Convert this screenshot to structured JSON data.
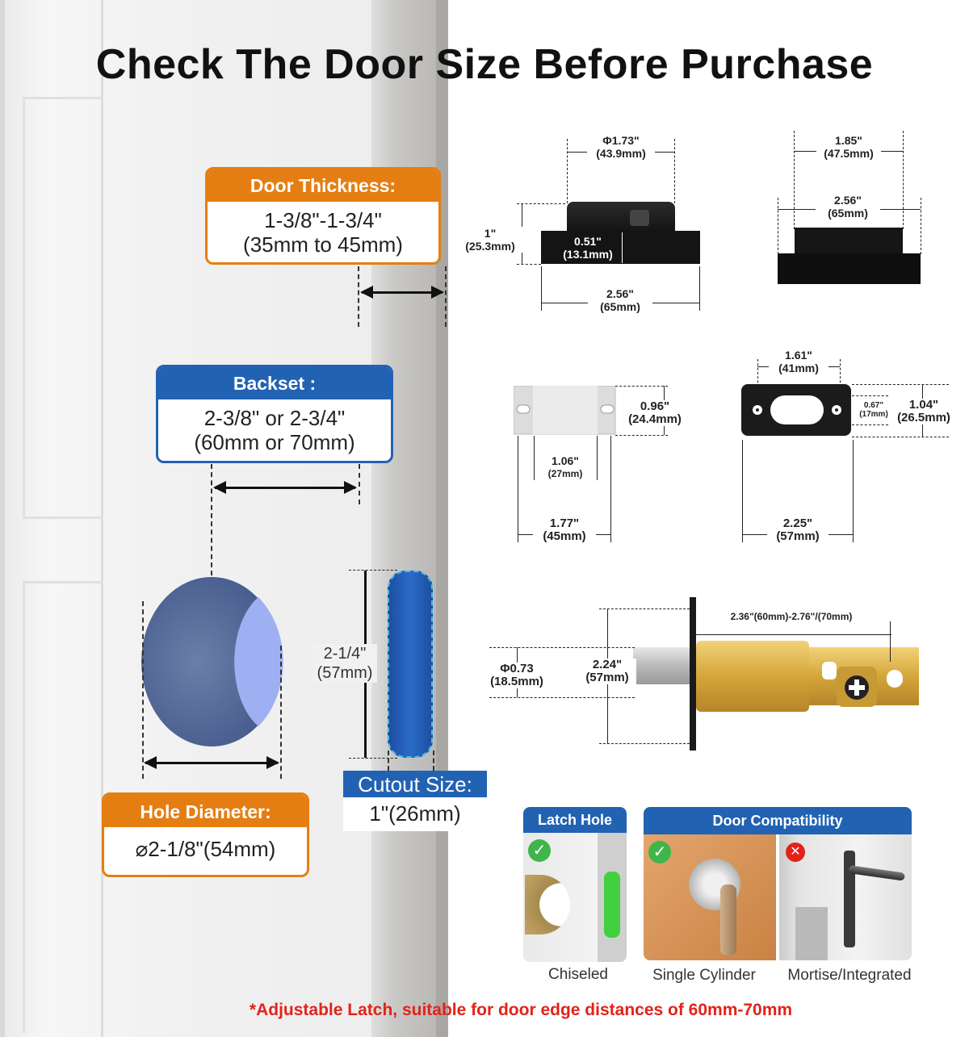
{
  "title": "Check The Door Size Before Purchase",
  "door_thickness": {
    "heading": "Door Thickness:",
    "line1": "1-3/8\"-1-3/4\"",
    "line2": "(35mm to 45mm)"
  },
  "backset": {
    "heading": "Backset :",
    "line1": "2-3/8\" or 2-3/4\"",
    "line2": "(60mm or 70mm)"
  },
  "hole_diameter": {
    "heading": "Hole Diameter:",
    "value": "⌀2-1/8\"(54mm)"
  },
  "cutout": {
    "heading": "Cutout Size:",
    "value": "1\"(26mm)",
    "height_in": "2-1/4\"",
    "height_mm": "(57mm)"
  },
  "dims": {
    "lock_dia_in": "Φ1.73\"",
    "lock_dia_mm": "(43.9mm)",
    "lock_h_in": "1\"",
    "lock_h_mm": "(25.3mm)",
    "lock_inner_in": "0.51\"",
    "lock_inner_mm": "(13.1mm)",
    "lock_w_in": "2.56\"",
    "lock_w_mm": "(65mm)",
    "plate_top_in": "1.85\"",
    "plate_top_mm": "(47.5mm)",
    "plate_w_in": "2.56\"",
    "plate_w_mm": "(65mm)",
    "latch_plate_h_in": "0.96\"",
    "latch_plate_h_mm": "(24.4mm)",
    "latch_plate_inner_in": "1.06\"",
    "latch_plate_inner_mm": "(27mm)",
    "latch_plate_w_in": "1.77\"",
    "latch_plate_w_mm": "(45mm)",
    "strike_top_in": "1.61\"",
    "strike_top_mm": "(41mm)",
    "strike_hole_in": "0.67\"",
    "strike_hole_mm": "(17mm)",
    "strike_h_in": "1.04\"",
    "strike_h_mm": "(26.5mm)",
    "strike_w_in": "2.25\"",
    "strike_w_mm": "(57mm)",
    "latch_adjust": "2.36\"(60mm)-2.76\"/(70mm)",
    "latch_dia_in": "Φ0.73",
    "latch_dia_mm": "(18.5mm)",
    "latch_len_in": "2.24\"",
    "latch_len_mm": "(57mm)"
  },
  "latch_hole": {
    "heading": "Latch Hole",
    "caption": "Chiseled"
  },
  "door_compat": {
    "heading": "Door Compatibility",
    "ok_caption": "Single Cylinder",
    "no_caption": "Mortise/Integrated"
  },
  "footnote": "*Adjustable Latch, suitable for door edge distances of 60mm-70mm",
  "colors": {
    "orange": "#e57e12",
    "blue": "#2262b3",
    "red": "#e2231a",
    "green": "#3fb54a",
    "brass": "#d4a63a"
  }
}
